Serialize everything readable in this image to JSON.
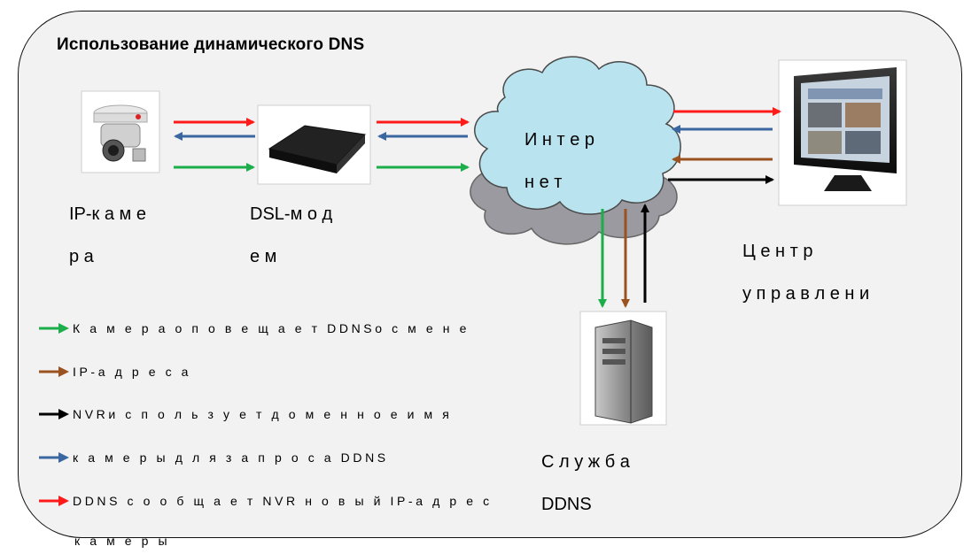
{
  "title": "Использование динамического DNS",
  "nodes": {
    "camera": {
      "label_lines": [
        "IP-к а м е",
        "р а"
      ]
    },
    "modem": {
      "label_lines": [
        "DSL-м о д",
        "е м"
      ]
    },
    "internet": {
      "label_lines": [
        "И н т е р",
        "н е т"
      ]
    },
    "control_center": {
      "label_lines": [
        "Ц е н т р",
        "у п р а в л е н и"
      ]
    },
    "ddns": {
      "label_lines": [
        "С л у ж б а",
        "DDNS"
      ]
    }
  },
  "colors": {
    "green": "#1bae4b",
    "brown": "#9a5220",
    "black": "#000000",
    "blue": "#3a67a0",
    "red": "#ff1a1a"
  },
  "legend": [
    {
      "color": "green",
      "text": "К а м е р а  о п о в е щ а е т  DDNSо  с м е н е"
    },
    {
      "color": "brown",
      "text": "IP-а д р е с а"
    },
    {
      "color": "black",
      "text": "NVRи с п о л ь з у е т  д о м е н н о е  и м я"
    },
    {
      "color": "blue",
      "text": "к а м е р ы  д л я  з а п р о с а  DDNS"
    },
    {
      "color": "red",
      "text": "DDNS с о о б щ а е т  NVR н о в ы й  IP-а д р е с"
    }
  ],
  "legend_tail": "к а м е р ы"
}
